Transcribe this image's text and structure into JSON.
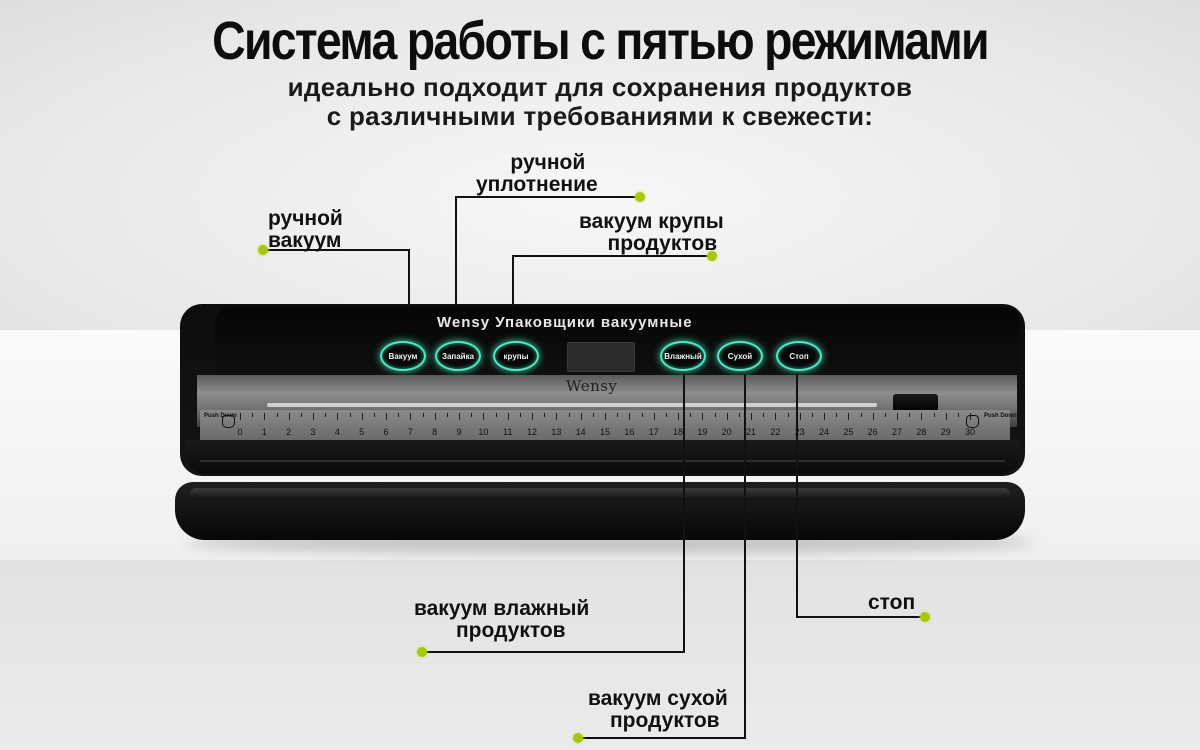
{
  "header": {
    "title": "Система работы с пятью режимами",
    "subtitle_line1": "идеально подходит для сохранения продуктов",
    "subtitle_line2": "с различными требованиями к свежести:"
  },
  "device": {
    "panel_text": "Wensy Упаковщики вакуумные",
    "logo": "Wensy",
    "buttons": [
      "Вакуум",
      "Запайка",
      "крупы",
      "Влажный",
      "Сухой",
      "Стоп"
    ],
    "ruler_numbers": [
      "0",
      "1",
      "2",
      "3",
      "4",
      "5",
      "6",
      "7",
      "8",
      "9",
      "10",
      "11",
      "12",
      "13",
      "14",
      "15",
      "16",
      "17",
      "18",
      "19",
      "20",
      "21",
      "22",
      "23",
      "24",
      "25",
      "26",
      "27",
      "28",
      "29",
      "30"
    ],
    "push_down_left": "Push Down",
    "push_down_right": "Push Down"
  },
  "callouts": {
    "manual_vacuum": [
      "ручной",
      "вакуум"
    ],
    "manual_seal": [
      "ручной",
      "уплотнение"
    ],
    "grain_vacuum": [
      "вакуум крупы",
      "продуктов"
    ],
    "moist_vacuum": [
      "вакуум влажный",
      "продуктов"
    ],
    "dry_vacuum": [
      "вакуум сухой",
      "продуктов"
    ],
    "stop": "стоп"
  },
  "colors": {
    "accent_dot": "#a6c80a",
    "button_glow": "#53e6c1",
    "device_body": "#0d0d0d"
  }
}
